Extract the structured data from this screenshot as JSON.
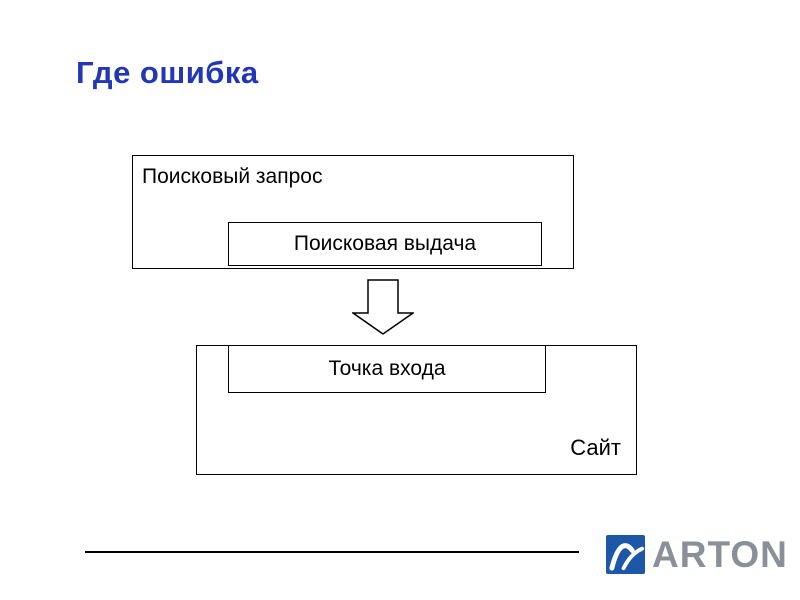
{
  "title": "Где ошибка",
  "title_color": "#2137b8",
  "diagram": {
    "search_query_box": "Поисковый запрос",
    "search_results_box": "Поисковая выдача",
    "entry_point_box": "Точка входа",
    "site_label": "Сайт",
    "arrow_icon": "down-block-arrow"
  },
  "footer": {
    "brand": "ARTON",
    "brand_color": "#8a9097",
    "logo_color": "#1d57a8"
  }
}
